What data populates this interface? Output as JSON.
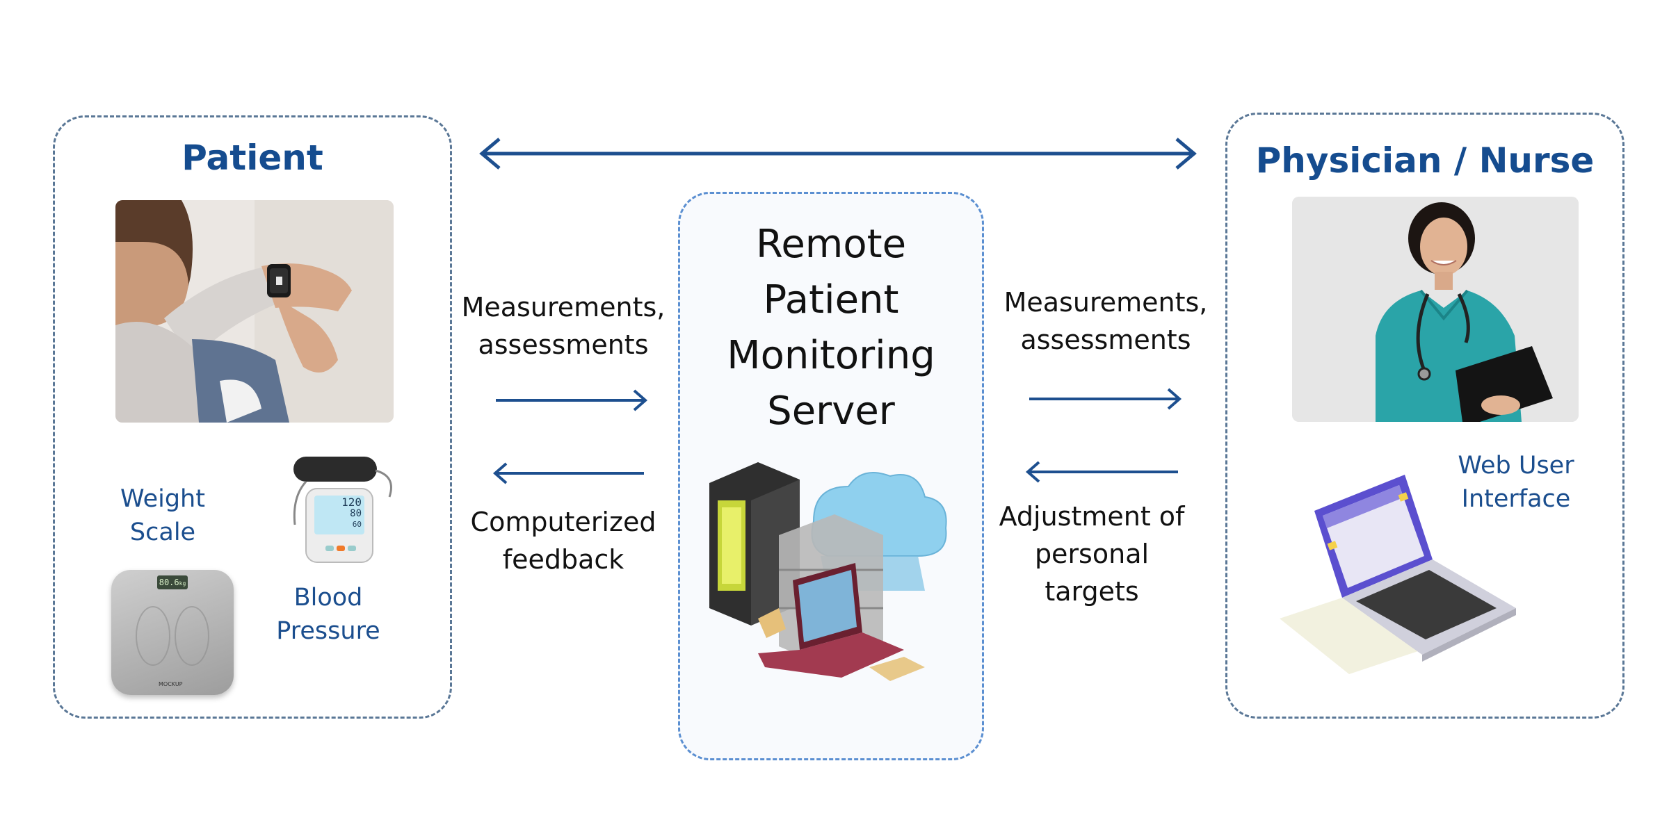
{
  "patient": {
    "title": "Patient",
    "devices": {
      "weight_scale_line1": "Weight",
      "weight_scale_line2": "Scale",
      "blood_pressure_line1": "Blood",
      "blood_pressure_line2": "Pressure",
      "scale_display": "80.6",
      "scale_unit": "kg",
      "scale_brand": "MOCKUP",
      "bp_display": [
        "120",
        "80",
        "60"
      ]
    }
  },
  "server": {
    "title_lines": [
      "Remote",
      "Patient",
      "Monitoring",
      "Server"
    ]
  },
  "physician": {
    "title": "Physician / Nurse",
    "web_ui_line1": "Web User",
    "web_ui_line2": "Interface"
  },
  "flows": {
    "left_top_line1": "Measurements,",
    "left_top_line2": "assessments",
    "left_bottom_line1": "Computerized",
    "left_bottom_line2": "feedback",
    "right_top_line1": "Measurements,",
    "right_top_line2": "assessments",
    "right_bottom_line1": "Adjustment of",
    "right_bottom_line2": "personal",
    "right_bottom_line3": "targets"
  },
  "colors": {
    "brand_blue": "#154c8f",
    "arrow_blue": "#1d4f8f",
    "box_border": "#5a7796"
  }
}
